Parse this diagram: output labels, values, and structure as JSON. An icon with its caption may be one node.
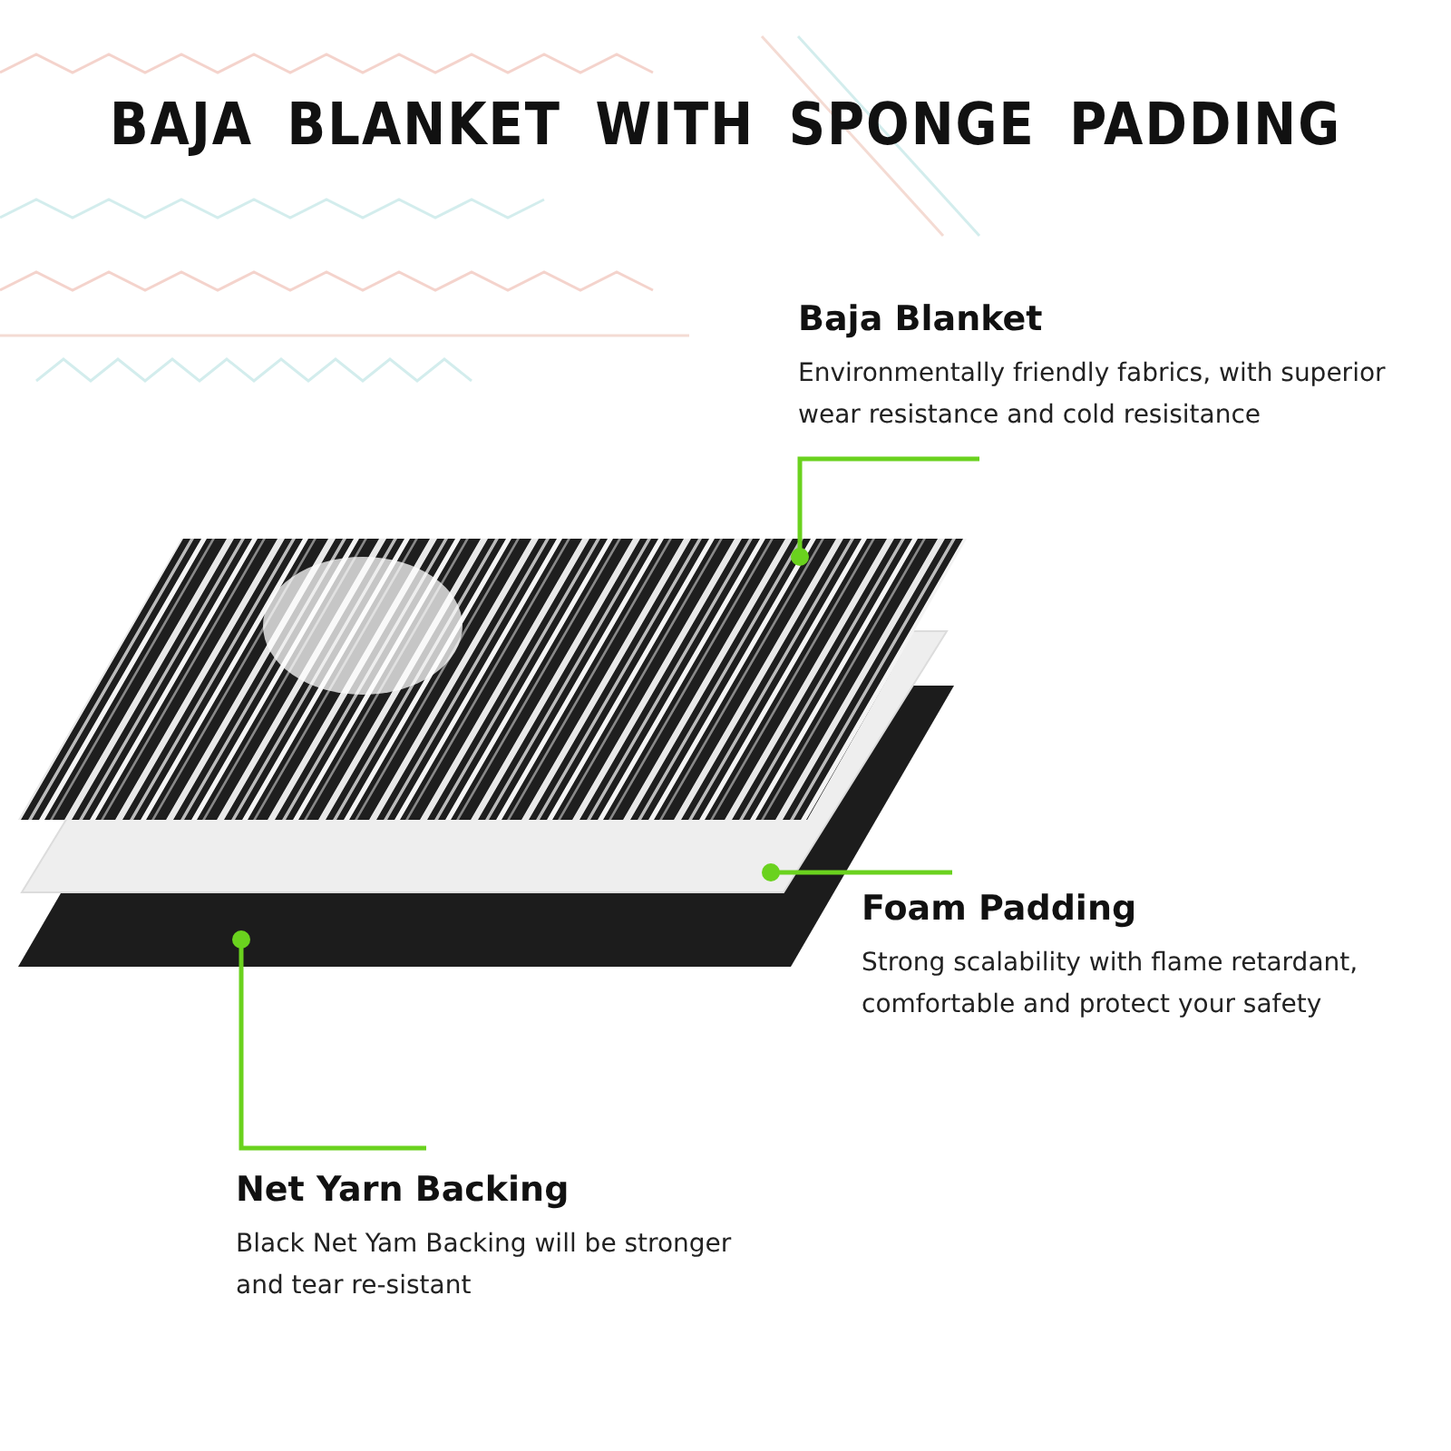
{
  "diagram": {
    "title": "BAJA BLANKET WITH SPONGE PADDING",
    "nodes": [
      {
        "text": [
          "Baja Blanket",
          "Environmentally friendly fabrics, with superior wear resistance and cold resisitance"
        ]
      },
      {
        "text": [],
        "shape": "picture"
      },
      {
        "text": [],
        "shape": "picture"
      },
      {
        "text": [],
        "shape": "picture"
      },
      {
        "text": [
          "Foam Padding",
          "Strong scalability with flame retardant, comfortable and protect your safety"
        ]
      },
      {
        "text": [
          "Net Yarn Backing",
          "Black Net Yam Backing will be stronger and tear re-sistant"
        ]
      }
    ],
    "edges": [
      {
        "from": 0,
        "to": 1,
        "arrow": "other"
      },
      {
        "from": 4,
        "to": 2,
        "arrow": "other"
      },
      {
        "from": 5,
        "to": 3,
        "arrow": "other"
      }
    ]
  }
}
